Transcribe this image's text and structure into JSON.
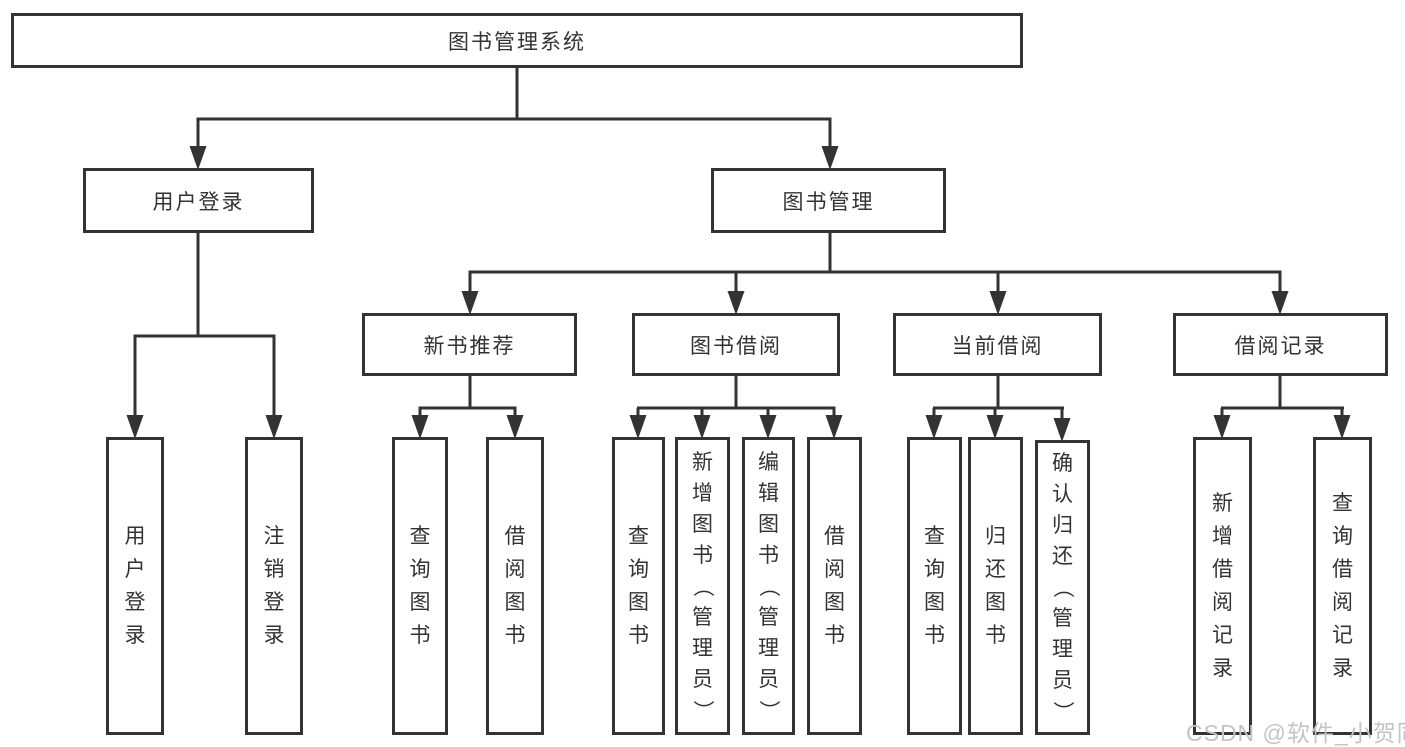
{
  "colors": {
    "line": "#333333",
    "text": "#333333",
    "box_background": "#ffffff",
    "watermark": "#c4c4c4"
  },
  "watermark": {
    "text": "CSDN @软件_小贺同学"
  },
  "tree": {
    "root": {
      "label": "图书管理系统"
    },
    "l2": [
      {
        "label": "用户登录"
      },
      {
        "label": "图书管理"
      }
    ],
    "l2_children": {
      "user_login": [
        "用户登录",
        "注销登录"
      ]
    },
    "l3": [
      {
        "label": "新书推荐",
        "children": [
          "查询图书",
          "借阅图书"
        ]
      },
      {
        "label": "图书借阅",
        "children": [
          "查询图书",
          "新增图书（管理员）",
          "编辑图书（管理员）",
          "借阅图书"
        ]
      },
      {
        "label": "当前借阅",
        "children": [
          "查询图书",
          "归还图书",
          "确认归还（管理员）"
        ]
      },
      {
        "label": "借阅记录",
        "children": [
          "新增借阅记录",
          "查询借阅记录"
        ]
      }
    ]
  }
}
